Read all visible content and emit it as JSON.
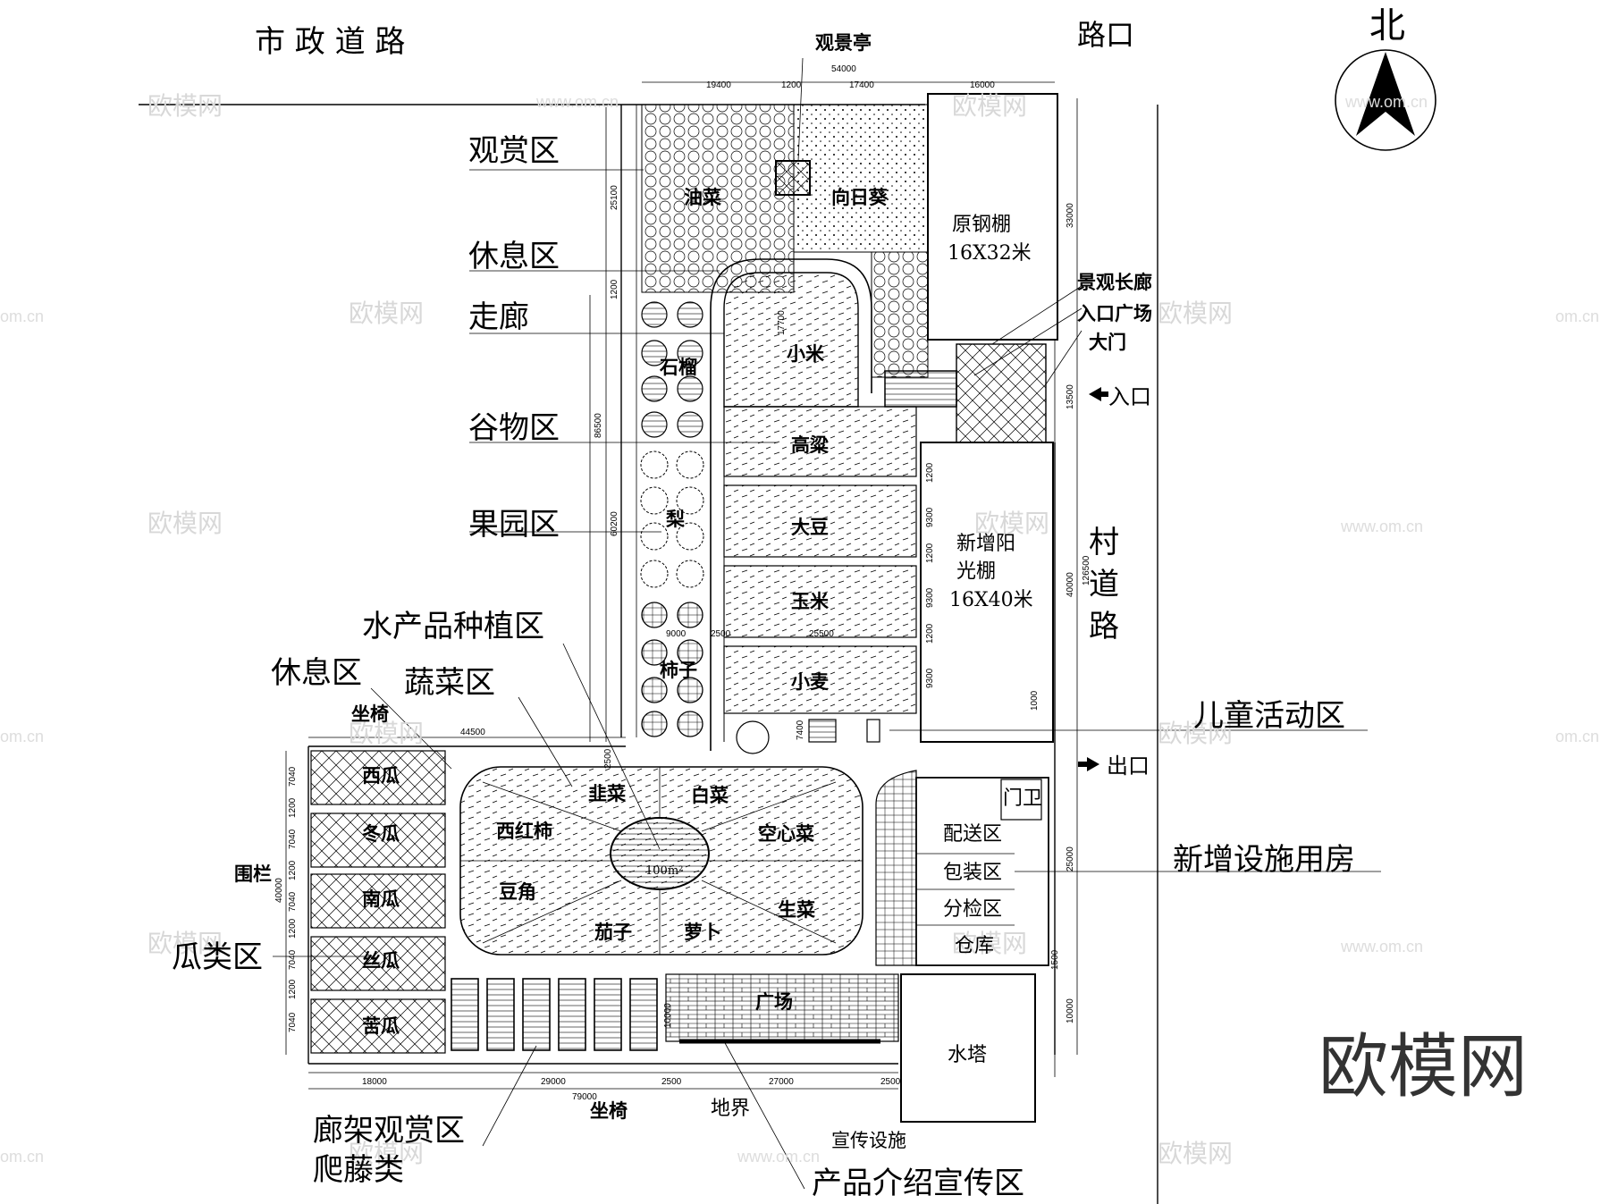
{
  "north_label": "北",
  "roads": {
    "municipal_road": "市 政 道 路",
    "intersection": "路口",
    "village_road": [
      "村",
      "道",
      "路"
    ],
    "boundary": "地界"
  },
  "entrances": {
    "entrance": "入口",
    "exit": "出口"
  },
  "callouts": {
    "viewing_area": "观赏区",
    "rest_area_top": "休息区",
    "corridor": "走廊",
    "grain_area": "谷物区",
    "orchard_area": "果园区",
    "aquatic_area": "水产品种植区",
    "rest_area_left": "休息区",
    "vegetable_area": "蔬菜区",
    "seat_top": "坐椅",
    "fence": "围栏",
    "melon_area": "瓜类区",
    "trellis_area": "廊架观赏区",
    "climbing_plants": "爬藤类",
    "seat_bottom": "坐椅",
    "promo_facilities": "宣传设施",
    "product_promo_area": "产品介绍宣传区",
    "children_area": "儿童活动区",
    "new_facility_rooms": "新增设施用房",
    "pavilion": "观景亭",
    "landscape_corridor": "景观长廊",
    "entrance_plaza": "入口广场",
    "gate": "大门"
  },
  "zones": {
    "rapeseed": "油菜",
    "sunflower": "向日葵",
    "steel_shed_title": "原钢棚",
    "steel_shed_size": "16X32米",
    "millet": "小米",
    "pomegranate": "石榴",
    "sorghum": "高粱",
    "soybean": "大豆",
    "corn": "玉米",
    "wheat": "小麦",
    "pear": "梨",
    "persimmon": "柿子",
    "sunshed_line1": "新增阳",
    "sunshed_line2": "光棚",
    "sunshed_size": "16X40米",
    "chives": "韭菜",
    "cabbage": "白菜",
    "tomato": "西红柿",
    "water_spinach": "空心菜",
    "beans": "豆角",
    "lettuce": "生菜",
    "eggplant": "茄子",
    "radish": "萝卜",
    "center_area": "100m²",
    "watermelon": "西瓜",
    "wax_gourd": "冬瓜",
    "pumpkin": "南瓜",
    "loofah": "丝瓜",
    "bitter_melon": "苦瓜",
    "plaza": "广场",
    "water_tower": "水塔",
    "guard_room": "门卫",
    "delivery": "配送区",
    "packing": "包装区",
    "sorting": "分检区",
    "warehouse": "仓库"
  },
  "dimensions": {
    "top_total": "54000",
    "top_1": "19400",
    "top_2": "1200",
    "top_3": "17400",
    "top_4": "16000",
    "left_1": "25100",
    "left_2": "1200",
    "left_3": "86500",
    "left_4": "60200",
    "right_1": "33000",
    "right_2": "13500",
    "right_3": "126500",
    "right_4": "40000",
    "right_5": "25000",
    "right_6": "10000",
    "bottom_1": "18000",
    "bottom_2": "29000",
    "bottom_3": "2500",
    "bottom_4": "27000",
    "bottom_5": "2500",
    "bottom_total": "79000",
    "melon_width": "44500",
    "melon_height": "40000",
    "row_7040": "7040",
    "row_1200": "1200",
    "grain_9300": "9300",
    "grain_1200": "1200",
    "mid_9000": "9000",
    "mid_2500": "2500",
    "mid_25500": "25500",
    "millet_17700": "17700",
    "small_1000": "1000",
    "small_1500": "1500",
    "small_7400": "7400",
    "plaza_10000": "10000",
    "veg_2500": "2500"
  },
  "watermark": {
    "brand": "欧模网",
    "site": "www.om.cn",
    "short": "om.cn"
  }
}
